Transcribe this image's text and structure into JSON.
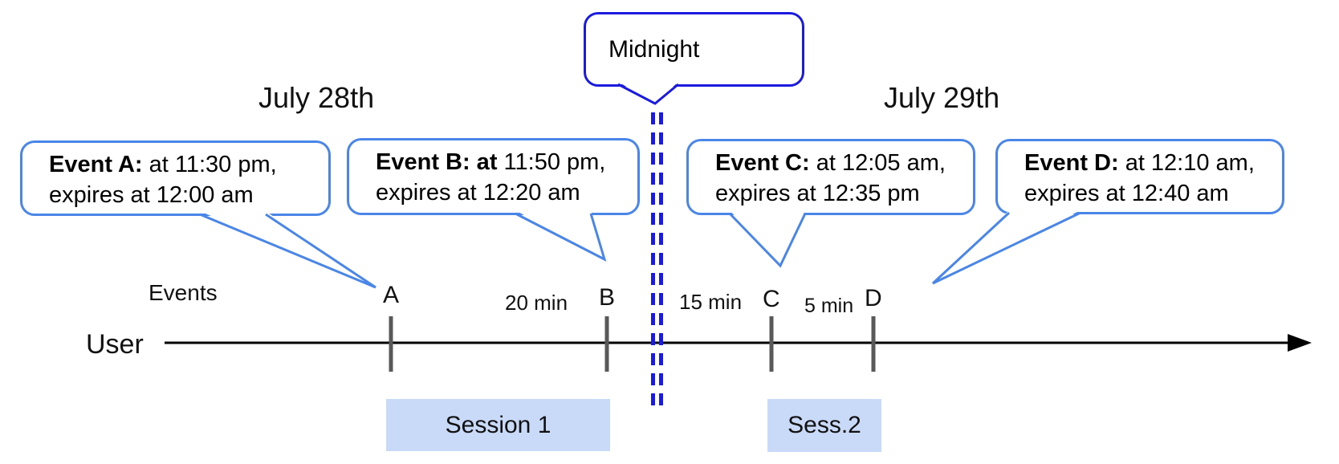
{
  "diagram": {
    "title_context": "session timeline across midnight",
    "dates": {
      "left": "July 28th",
      "right": "July 29th"
    },
    "midnight": {
      "label": "Midnight"
    },
    "axis": {
      "events_label": "Events",
      "user_label": "User"
    },
    "events": [
      {
        "tick": "A",
        "bold": "Event A:",
        "rest": " at 11:30 pm,",
        "line2": "expires at 12:00 am"
      },
      {
        "tick": "B",
        "bold": "Event B: at",
        "rest": " 11:50 pm,",
        "line2": "expires at 12:20 am"
      },
      {
        "tick": "C",
        "bold": "Event C:",
        "rest": " at 12:05 am,",
        "line2": "expires at 12:35 pm"
      },
      {
        "tick": "D",
        "bold": "Event D: ",
        "rest": " at 12:10 am,",
        "line2": "expires at 12:40 am"
      }
    ],
    "intervals": [
      {
        "label": "20 min"
      },
      {
        "label": "15 min"
      },
      {
        "label": "5 min"
      }
    ],
    "sessions": [
      {
        "label": "Session 1"
      },
      {
        "label": "Sess.2"
      }
    ],
    "colors": {
      "event_callout_border": "#4a86e8",
      "midnight_blue": "#1b1be0",
      "session_fill": "#c9daf8",
      "tick_gray": "#595959",
      "timeline_black": "#000000"
    }
  }
}
